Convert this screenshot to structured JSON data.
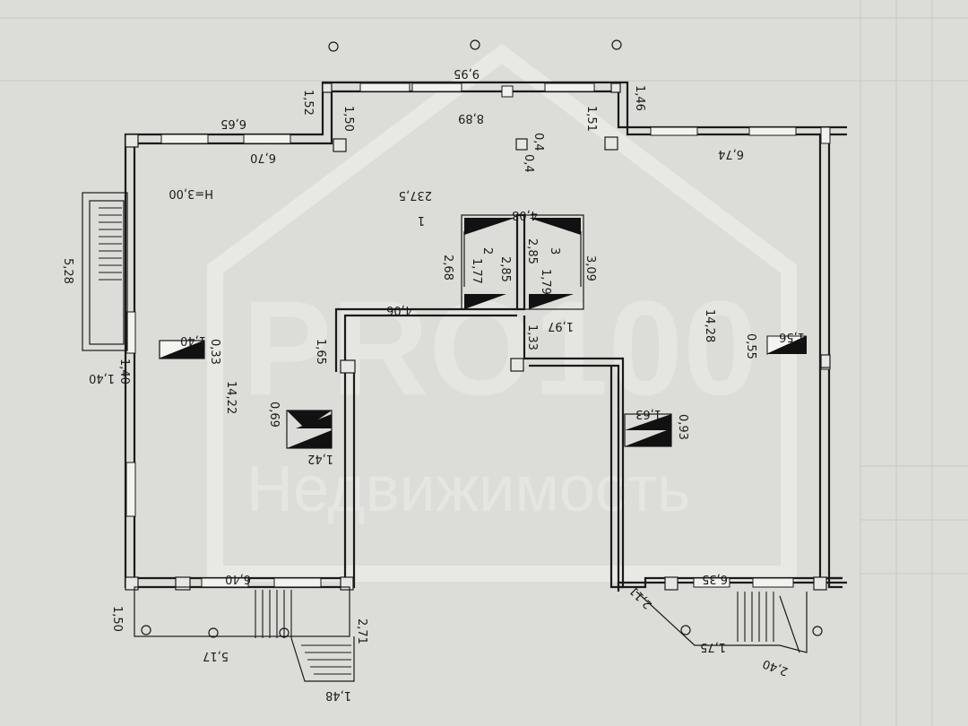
{
  "plan": {
    "height_label": "H=3,00",
    "room_number": "1",
    "room_area": "237,5",
    "room2_number": "2",
    "room3_number": "3"
  },
  "watermark": {
    "brand": "PRO100",
    "subtitle": "Недвижимость"
  },
  "dims": {
    "d_995": "9,95",
    "d_889": "8,89",
    "d_152": "1,52",
    "d_150_top": "1,50",
    "d_665": "6,65",
    "d_670": "6,70",
    "d_151": "1,51",
    "d_146": "1,46",
    "d_674": "6,74",
    "d_04a": "0,4",
    "d_04b": "0,4",
    "d_408": "4,08",
    "d_268": "2,68",
    "d_177": "1,77",
    "d_285a": "2,85",
    "d_285b": "2,85",
    "d_179": "1,79",
    "d_309": "3,09",
    "d_406": "4,06",
    "d_197": "1,97",
    "d_133": "1,33",
    "d_528": "5,28",
    "d_140_left": "1,40",
    "d_140_door": "1,40",
    "d_033": "0,33",
    "d_165": "1,65",
    "d_1422": "14,22",
    "d_069": "0,69",
    "d_142": "1,42",
    "d_1428": "14,28",
    "d_156": "1,56",
    "d_055": "0,55",
    "d_163": "1,63",
    "d_093": "0,93",
    "d_640": "6,40",
    "d_635": "6,35",
    "d_150_bottom": "1,50",
    "d_517": "5,17",
    "d_271": "2,71",
    "d_148": "1,48",
    "d_211": "2,11",
    "d_175": "1,75",
    "d_240": "2,40"
  }
}
